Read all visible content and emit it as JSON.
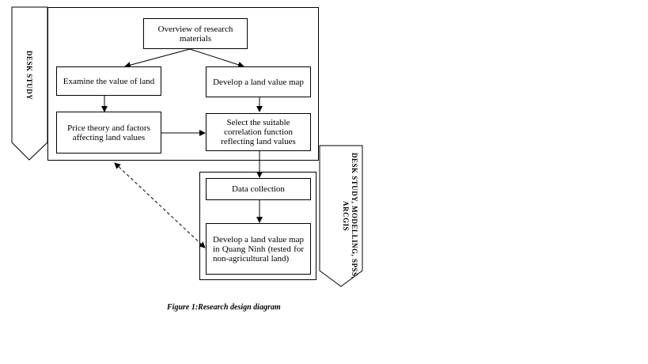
{
  "diagram": {
    "title": "Research design diagram",
    "left_phase": {
      "label": "DESK STUDY",
      "nodes": {
        "overview": "Overview of research materials",
        "examine": "Examine the value of land",
        "develop_map": "Develop a land value map",
        "price_theory": "Price theory and factors affecting land values",
        "select_function": "Select the suitable correlation function reflecting land values"
      }
    },
    "right_phase": {
      "label": "DESK STUDY, MODELLING, SPSS, ARCGIS",
      "nodes": {
        "data_collection": "Data collection",
        "develop_quang_ninh": "Develop a land value map in Quang Ninh (tested for non-agricultural land)"
      }
    },
    "edges": [
      {
        "from": "overview",
        "to": "examine",
        "style": "solid"
      },
      {
        "from": "overview",
        "to": "develop_map",
        "style": "solid"
      },
      {
        "from": "examine",
        "to": "price_theory",
        "style": "solid"
      },
      {
        "from": "develop_map",
        "to": "select_function",
        "style": "solid"
      },
      {
        "from": "price_theory",
        "to": "select_function",
        "style": "solid"
      },
      {
        "from": "select_function",
        "to": "data_collection",
        "style": "solid"
      },
      {
        "from": "data_collection",
        "to": "develop_quang_ninh",
        "style": "solid"
      },
      {
        "from": "develop_quang_ninh",
        "to": "left_phase_frame",
        "style": "dashed",
        "bidirectional": true
      }
    ],
    "caption": "Figure 1:Research design diagram"
  }
}
